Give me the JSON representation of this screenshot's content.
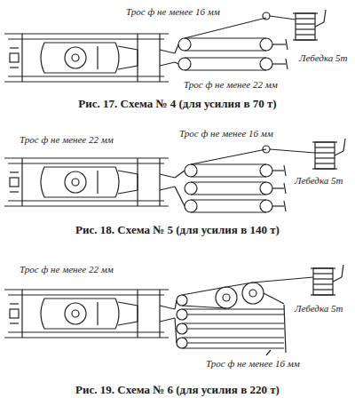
{
  "diagram": {
    "labels": [
      "Трос ф не менее 16 мм",
      "Лебедка 5т",
      "Трос ф не менее 22 мм",
      "Рис. 17. Схема № 4 (для усилия в 70 т)",
      "Трос ф не менее 16 мм",
      "Трос ф не менее 22 мм",
      "Лебедка 5т",
      "Рис. 18. Схема № 5 (для усилия в 140 т)",
      "Трос ф не менее 22 мм",
      "Лебедка 5т",
      "Трос ф не менее 16 мм",
      "Рис. 19. Схема № 6 (для усилия в 220 т)"
    ]
  }
}
